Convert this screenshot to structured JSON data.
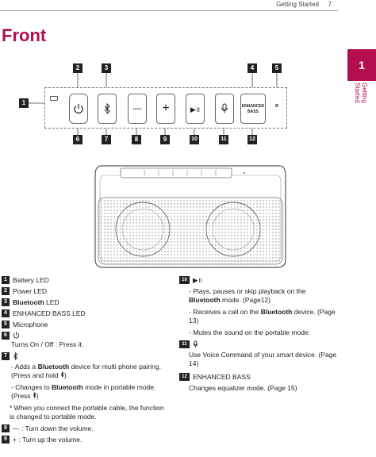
{
  "header": {
    "section": "Getting Started",
    "page": "7"
  },
  "side_tab": {
    "number": "1",
    "label": "Getting Started"
  },
  "title": "Front",
  "callouts": {
    "c1": "1",
    "c2": "2",
    "c3": "3",
    "c4": "4",
    "c5": "5",
    "c6": "6",
    "c7": "7",
    "c8": "8",
    "c9": "9",
    "c10": "10",
    "c11": "11",
    "c12": "12"
  },
  "panel": {
    "enhanced_bass_label": "ENHANCED BASS",
    "minus": "—",
    "plus": "+",
    "play": "▶॥"
  },
  "list_left": {
    "i1": "Battery LED",
    "i2": "Power LED",
    "i3_bold": "Bluetooth",
    "i3_rest": " LED",
    "i4": "ENHANCED BASS LED",
    "i5": "Microphone",
    "i6_desc": "Turns On / Off : Press it.",
    "i7_l1a": "- Adds a ",
    "i7_l1b": "Bluetooth",
    "i7_l1c": " device for multi phone pairing. (Press and hold ",
    "i7_l1d": ")",
    "i7_l2a": "- Changes to ",
    "i7_l2b": "Bluetooth",
    "i7_l2c": " mode in portable mode. (Press ",
    "i7_l2d": ")",
    "i7_note": "* When you connect the portable cable, the function is changed to portable mode.",
    "i8": ": Turn down the volume.",
    "i9": ": Turn up the volume."
  },
  "list_right": {
    "i10_l1a": "- Plays, pauses or skip playback on the ",
    "i10_l1b": "Bluetooth",
    "i10_l1c": " mode. (Page12)",
    "i10_l2a": "- Receives a call on the ",
    "i10_l2b": "Bluetooth",
    "i10_l2c": " device. (Page 13)",
    "i10_l3": "- Mutes the sound on the portable mode.",
    "i11_desc": "Use Voice Command of your smart device. (Page 14)",
    "i12_title": "ENHANCED BASS",
    "i12_desc": "Changes equalizer mode. (Page 15)"
  }
}
